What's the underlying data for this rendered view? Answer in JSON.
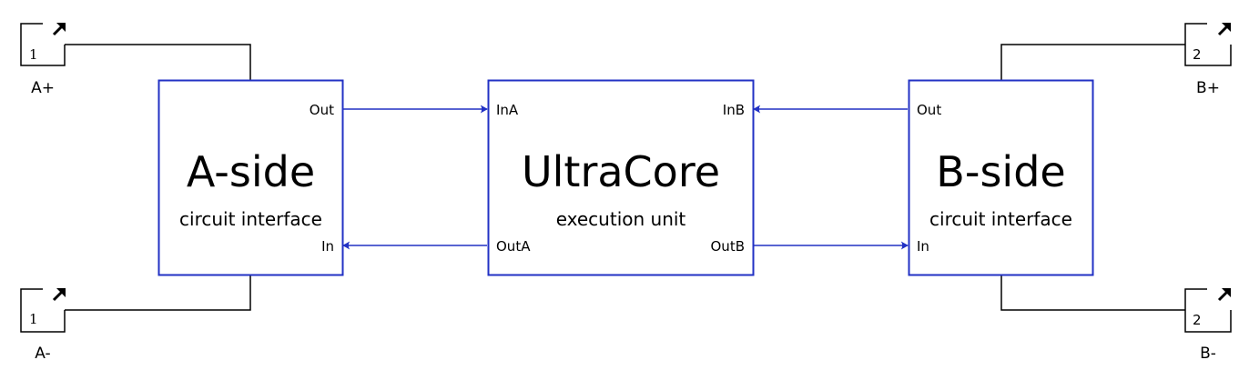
{
  "colors": {
    "block_border": "#2231c4",
    "signal_line": "#2231c4",
    "physical_line": "#000000",
    "text": "#000000",
    "background": "#ffffff"
  },
  "blocks": {
    "a_side": {
      "title": "A-side",
      "subtitle": "circuit interface",
      "ports": {
        "out": "Out",
        "in": "In"
      }
    },
    "core": {
      "title": "UltraCore",
      "subtitle": "execution unit",
      "ports": {
        "in_a": "InA",
        "in_b": "InB",
        "out_a": "OutA",
        "out_b": "OutB"
      }
    },
    "b_side": {
      "title": "B-side",
      "subtitle": "circuit interface",
      "ports": {
        "out": "Out",
        "in": "In"
      }
    }
  },
  "connectors": {
    "a_plus": {
      "number": "1",
      "label": "A+",
      "icon": "connection-port-arrow-icon"
    },
    "a_minus": {
      "number": "1",
      "label": "A-",
      "icon": "connection-port-arrow-icon"
    },
    "b_plus": {
      "number": "2",
      "label": "B+",
      "icon": "connection-port-arrow-icon"
    },
    "b_minus": {
      "number": "2",
      "label": "B-",
      "icon": "connection-port-arrow-icon"
    }
  },
  "signals": [
    {
      "from": "A-side.Out",
      "to": "UltraCore.InA"
    },
    {
      "from": "UltraCore.OutA",
      "to": "A-side.In"
    },
    {
      "from": "B-side.Out",
      "to": "UltraCore.InB"
    },
    {
      "from": "UltraCore.OutB",
      "to": "B-side.In"
    }
  ]
}
